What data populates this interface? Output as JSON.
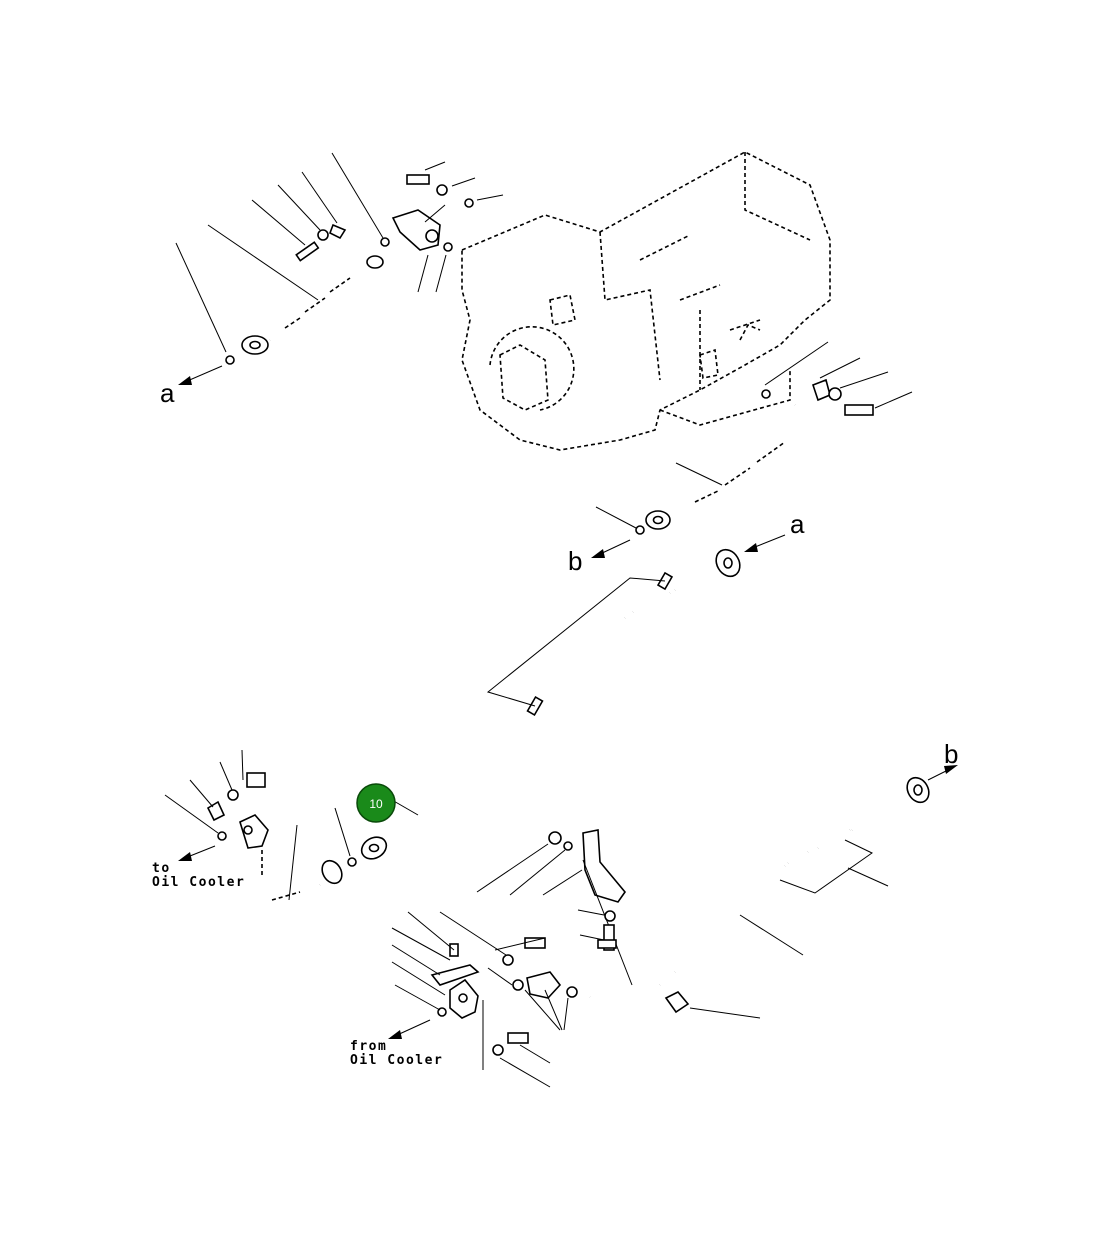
{
  "labels": {
    "a_top": "a",
    "a_mid": "a",
    "b_mid": "b",
    "b_right": "b",
    "to_line1": "to",
    "to_line2": "Oil Cooler",
    "from_line1": "from",
    "from_line2": "Oil Cooler"
  },
  "callout": {
    "number": "10",
    "color": "#1a8a1a"
  }
}
